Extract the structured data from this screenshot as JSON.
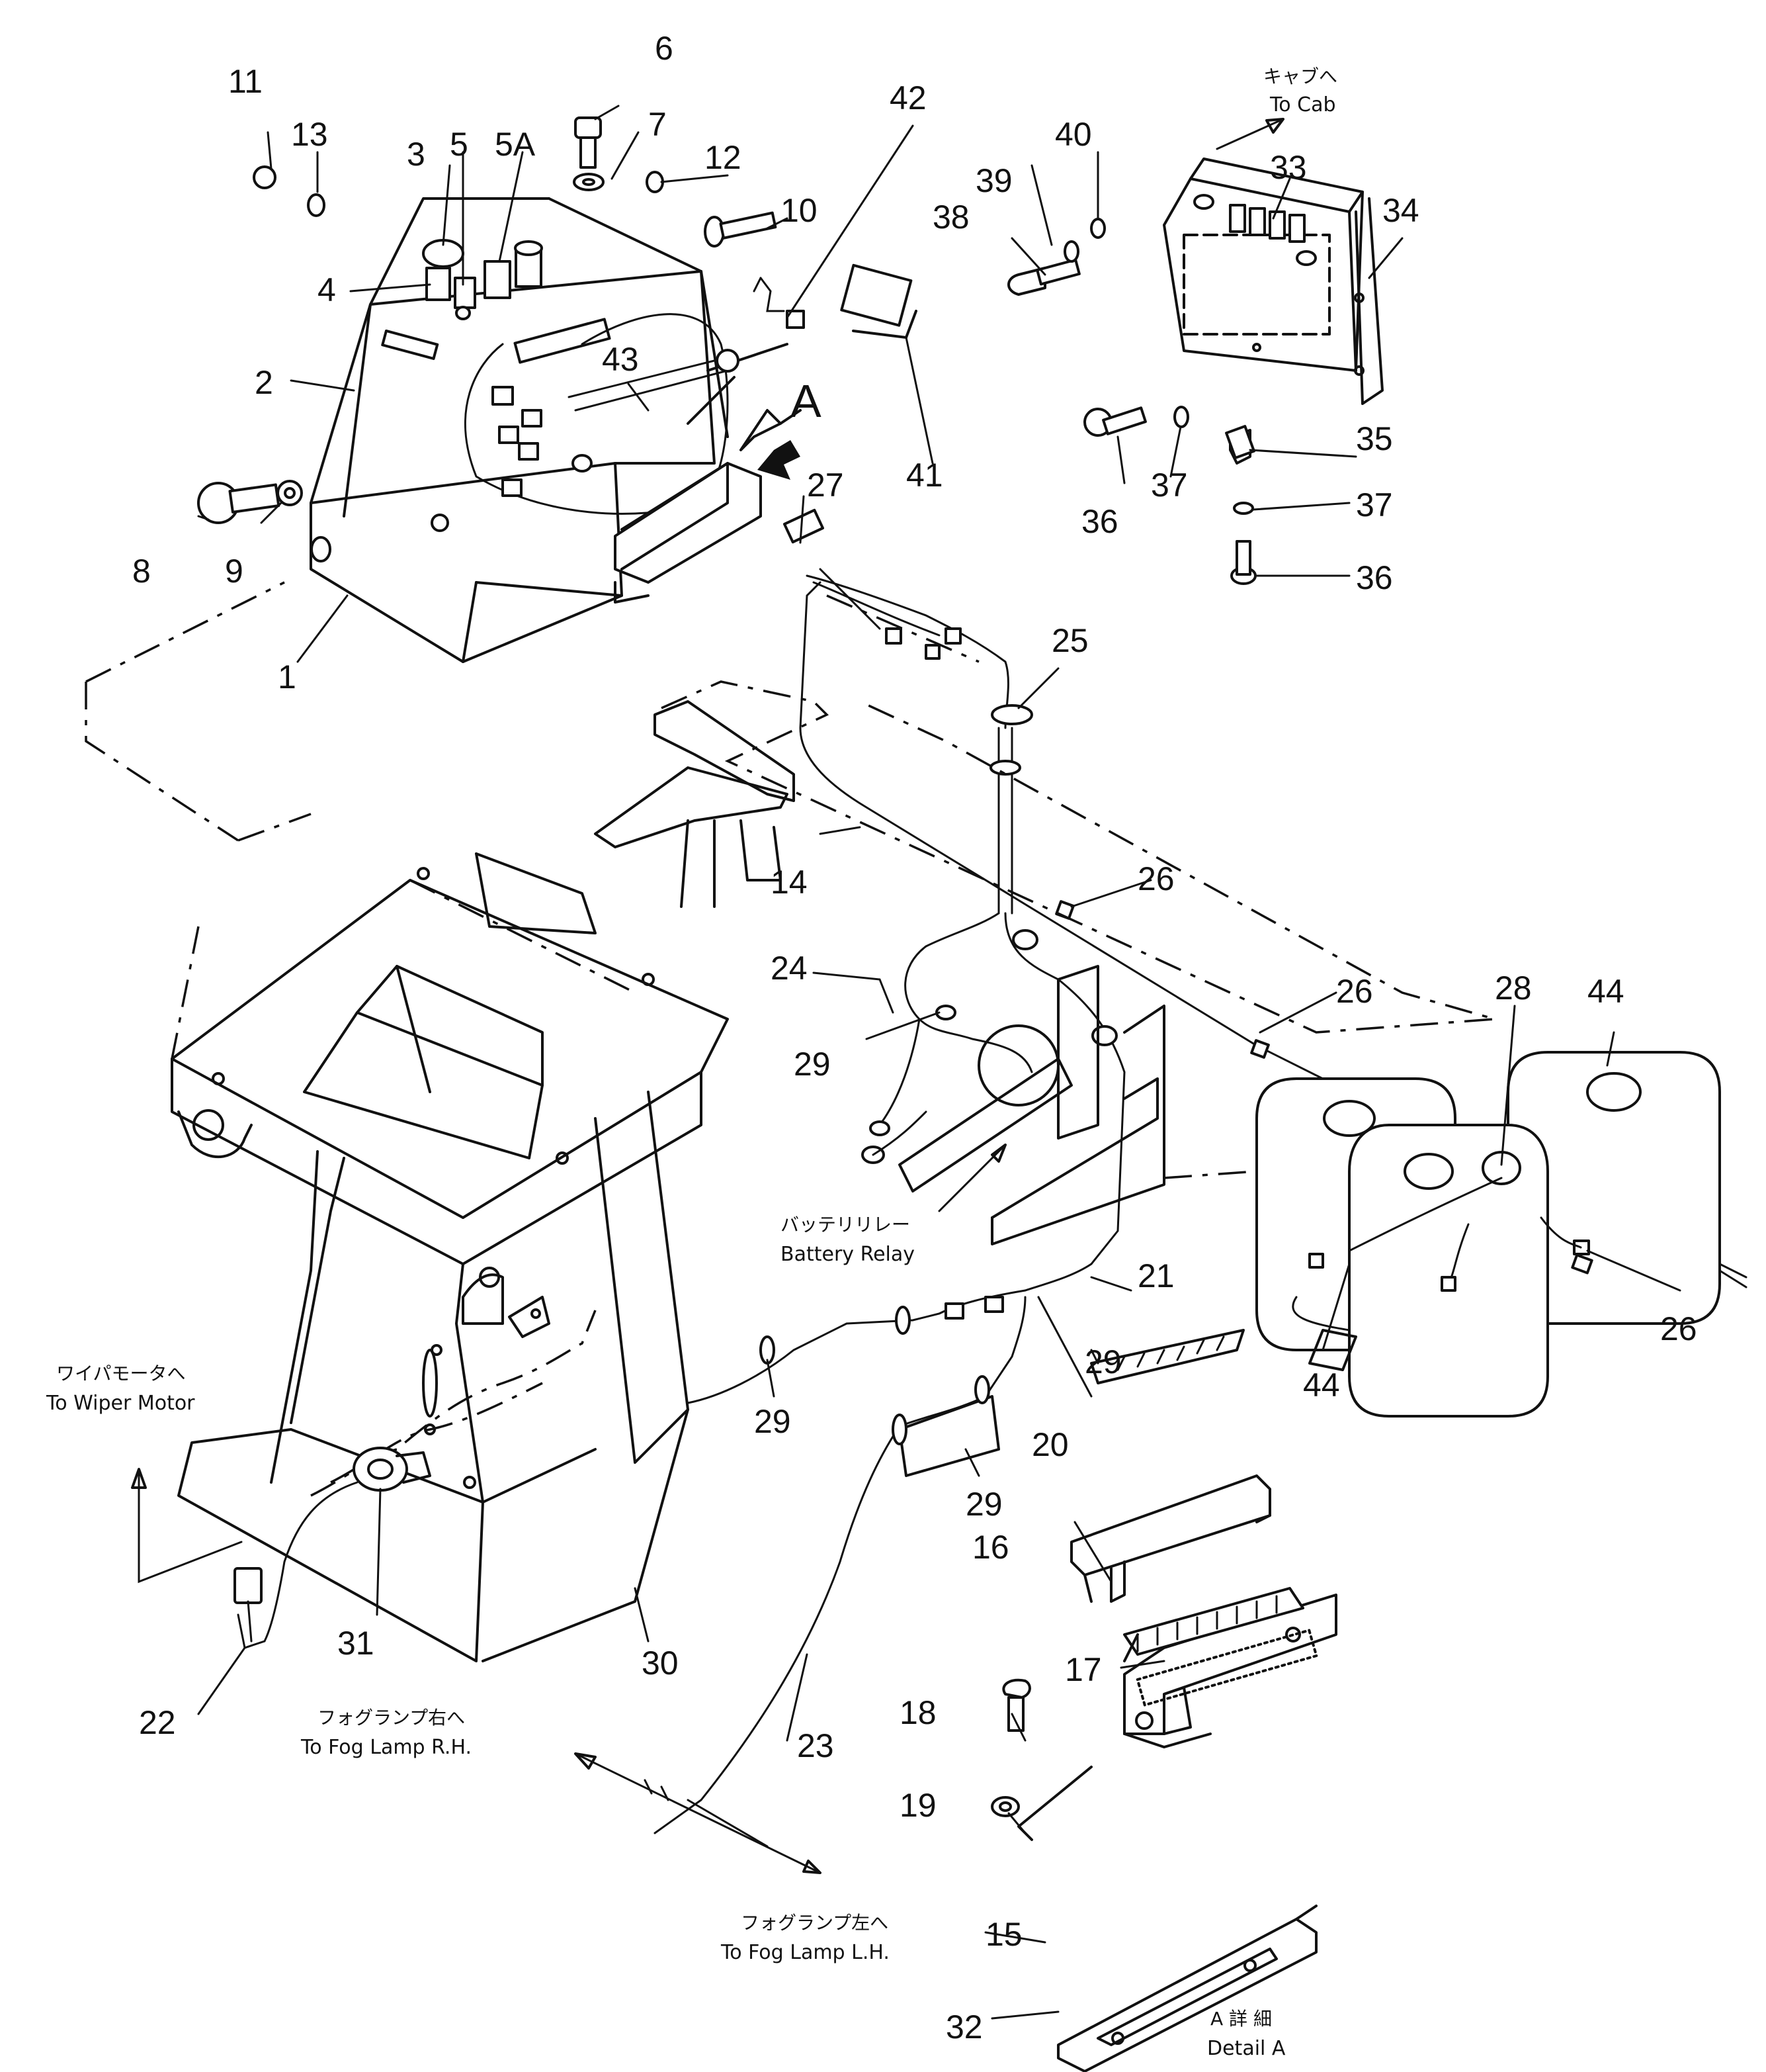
{
  "colors": {
    "line": "#111111",
    "background": "#ffffff"
  },
  "part_labels": [
    {
      "id": "p1",
      "text": "1"
    },
    {
      "id": "p2",
      "text": "2"
    },
    {
      "id": "p3",
      "text": "3"
    },
    {
      "id": "p4",
      "text": "4"
    },
    {
      "id": "p5",
      "text": "5"
    },
    {
      "id": "p5a",
      "text": "5A"
    },
    {
      "id": "p6",
      "text": "6"
    },
    {
      "id": "p7",
      "text": "7"
    },
    {
      "id": "p8",
      "text": "8"
    },
    {
      "id": "p9",
      "text": "9"
    },
    {
      "id": "p10",
      "text": "10"
    },
    {
      "id": "p11",
      "text": "11"
    },
    {
      "id": "p12",
      "text": "12"
    },
    {
      "id": "p13",
      "text": "13"
    },
    {
      "id": "p14",
      "text": "14"
    },
    {
      "id": "p15",
      "text": "15"
    },
    {
      "id": "p16",
      "text": "16"
    },
    {
      "id": "p17",
      "text": "17"
    },
    {
      "id": "p18",
      "text": "18"
    },
    {
      "id": "p19",
      "text": "19"
    },
    {
      "id": "p20",
      "text": "20"
    },
    {
      "id": "p21",
      "text": "21"
    },
    {
      "id": "p22",
      "text": "22"
    },
    {
      "id": "p23",
      "text": "23"
    },
    {
      "id": "p24",
      "text": "24"
    },
    {
      "id": "p25",
      "text": "25"
    },
    {
      "id": "p26a",
      "text": "26"
    },
    {
      "id": "p26b",
      "text": "26"
    },
    {
      "id": "p26c",
      "text": "26"
    },
    {
      "id": "p27",
      "text": "27"
    },
    {
      "id": "p28",
      "text": "28"
    },
    {
      "id": "p29a",
      "text": "29"
    },
    {
      "id": "p29b",
      "text": "29"
    },
    {
      "id": "p29c",
      "text": "29"
    },
    {
      "id": "p29d",
      "text": "29"
    },
    {
      "id": "p30",
      "text": "30"
    },
    {
      "id": "p31",
      "text": "31"
    },
    {
      "id": "p32",
      "text": "32"
    },
    {
      "id": "p33",
      "text": "33"
    },
    {
      "id": "p34",
      "text": "34"
    },
    {
      "id": "p35",
      "text": "35"
    },
    {
      "id": "p36a",
      "text": "36"
    },
    {
      "id": "p36b",
      "text": "36"
    },
    {
      "id": "p37a",
      "text": "37"
    },
    {
      "id": "p37b",
      "text": "37"
    },
    {
      "id": "p38",
      "text": "38"
    },
    {
      "id": "p39",
      "text": "39"
    },
    {
      "id": "p40",
      "text": "40"
    },
    {
      "id": "p41",
      "text": "41"
    },
    {
      "id": "p42",
      "text": "42"
    },
    {
      "id": "p43",
      "text": "43"
    },
    {
      "id": "p44a",
      "text": "44"
    },
    {
      "id": "p44b",
      "text": "44"
    },
    {
      "id": "pA",
      "text": "A"
    }
  ],
  "annotations": {
    "to_cab_jp": "キャブへ",
    "to_cab_en": "To Cab",
    "battery_relay_jp": "バッテリリレー",
    "battery_relay_en": "Battery Relay",
    "wiper_motor_jp": "ワイパモータへ",
    "wiper_motor_en": "To Wiper Motor",
    "fog_rh_jp": "フォグランプ右へ",
    "fog_rh_en": "To Fog Lamp R.H.",
    "fog_lh_jp": "フォグランプ左へ",
    "fog_lh_en": "To Fog Lamp L.H.",
    "detail_jp": "A 詳 細",
    "detail_en": "Detail A"
  }
}
